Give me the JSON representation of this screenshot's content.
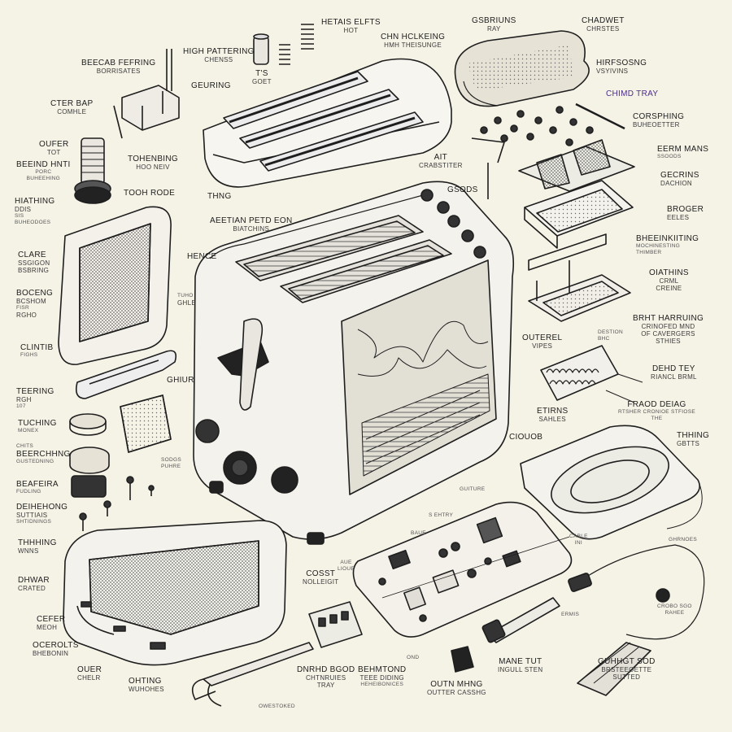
{
  "diagram": {
    "colors": {
      "paper": "#f5f2e6",
      "ink": "#1e1e1e",
      "body_fill": "#f2f0ea",
      "accent_label": "#4b2d8c"
    },
    "parts": [
      {
        "key": "top_heat",
        "line1": "HETAIS ELFTS",
        "line2": "HOT"
      },
      {
        "key": "crumb_lock",
        "line1": "CHN HCLKEING",
        "line2": "HMH THEISUNGE"
      },
      {
        "key": "gsbriuns",
        "line1": "GSBRIUNS",
        "line2": "RAY"
      },
      {
        "key": "chadwet",
        "line1": "CHADWET",
        "line2": "CHRSTES"
      },
      {
        "key": "higs_pattering",
        "line1": "HIGH PATTERING",
        "line2": "CHENSS"
      },
      {
        "key": "beecab",
        "line1": "BEECAB FEFRING",
        "line2": "BORRISATES"
      },
      {
        "key": "ts_go",
        "line1": "T'S",
        "line2": "GOET"
      },
      {
        "key": "geuring",
        "line1": "GEURING",
        "line2": ""
      },
      {
        "key": "hirfsosng",
        "line1": "HIRFSOSNG",
        "line2": "VSYIVINS"
      },
      {
        "key": "chimd_tray",
        "line1": "CHIMD TRAY",
        "line2": ""
      },
      {
        "key": "cter_bap",
        "line1": "CTER BAP",
        "line2": "COMHLE"
      },
      {
        "key": "corsphing",
        "line1": "CORSPHING",
        "line2": "BUHEOETTER"
      },
      {
        "key": "oufer",
        "line1": "OUFER",
        "line2": "TOT"
      },
      {
        "key": "beeind",
        "line1": "BEEIND HNTI",
        "line2": "PORC",
        "line3": "BUHEEHING"
      },
      {
        "key": "tohenbing",
        "line1": "TOHENBING",
        "line2": "HOO NEIV"
      },
      {
        "key": "tooh_rooe",
        "line1": "TOOH RODE",
        "line2": ""
      },
      {
        "key": "ait_crabstiter",
        "line1": "AIT",
        "line2": "CRABSTITER"
      },
      {
        "key": "gsods",
        "line1": "GSODS",
        "line2": ""
      },
      {
        "key": "eerm_mans",
        "line1": "EERM MANS",
        "line2": "SSOODS"
      },
      {
        "key": "gecrins",
        "line1": "GECRINS",
        "line2": "DACHION"
      },
      {
        "key": "hiathing",
        "line1": "HIATHING",
        "line2": "DDIS",
        "line3": "SIS",
        "line4": "BUHEODOES"
      },
      {
        "key": "thng",
        "line1": "THNG",
        "line2": ""
      },
      {
        "key": "aeetian",
        "line1": "AEETIAN PETD EON",
        "line2": "BIATCHINS"
      },
      {
        "key": "broger",
        "line1": "BROGER",
        "line2": "EELES"
      },
      {
        "key": "bheeinkiting",
        "line1": "BHEEINKIITING",
        "line2": "MOCHINESTING",
        "line3": "THIMBER"
      },
      {
        "key": "clare",
        "line1": "CLARE",
        "line2": "SSGIGON",
        "line3": "BSBRING"
      },
      {
        "key": "hence",
        "line1": "HENCE",
        "line2": ""
      },
      {
        "key": "oiathins",
        "line1": "OIATHINS",
        "line2": "CRML",
        "line3": "CREINE"
      },
      {
        "key": "boceng",
        "line1": "BOCENG",
        "line2": "BCSHOM",
        "line3": "FISR",
        "line4": "RGHO"
      },
      {
        "key": "tuho_ghle",
        "line1": "TUHO",
        "line2": "GHLE"
      },
      {
        "key": "brht",
        "line1": "BRHT HARRUING",
        "line2": "CRINOFED MND",
        "line3": "OF CAVERGERS",
        "line4": "STHIES"
      },
      {
        "key": "outerel",
        "line1": "OUTEREL",
        "line2": "VIPES"
      },
      {
        "key": "destion",
        "line1": "DESTION",
        "line2": "BHC"
      },
      {
        "key": "clintib",
        "line1": "CLINTIB",
        "line2": "FIGHS"
      },
      {
        "key": "dehd",
        "line1": "DEHD TEY",
        "line2": "RIANCL BRML"
      },
      {
        "key": "teering",
        "line1": "TEERING",
        "line2": "RGH",
        "line3": "107"
      },
      {
        "key": "ghiur",
        "line1": "GHIUR",
        "line2": ""
      },
      {
        "key": "fraod",
        "line1": "FRAOD DEIAG",
        "line2": "RTSHER CRONIOE STFIOSE",
        "line3": "THE"
      },
      {
        "key": "tuching",
        "line1": "TUCHING",
        "line2": "MONEX"
      },
      {
        "key": "etirns",
        "line1": "ETIRNS",
        "line2": "SAHLES"
      },
      {
        "key": "ciouob",
        "line1": "CIOUOB",
        "line2": ""
      },
      {
        "key": "thhing",
        "line1": "THHING",
        "line2": "GBTTS"
      },
      {
        "key": "chits",
        "line1": "CHITS",
        "line2": "BEERCHHNG",
        "line3": "GUSTEDNING"
      },
      {
        "key": "sodgs",
        "line1": "SODGS",
        "line2": "PUHRE"
      },
      {
        "key": "beafeira",
        "line1": "BEAFEIRA",
        "line2": "FUDLING"
      },
      {
        "key": "guiture",
        "line1": "GUITURE",
        "line2": ""
      },
      {
        "key": "deihehong",
        "line1": "DEIHEHONG",
        "line2": "SUTTIAIS",
        "line3": "SHTIDNINGS"
      },
      {
        "key": "s_ehtry",
        "line1": "S EHTRY",
        "line2": ""
      },
      {
        "key": "baue",
        "line1": "BAUE",
        "line2": ""
      },
      {
        "key": "thhhing",
        "line1": "THHHING",
        "line2": "WNNS"
      },
      {
        "key": "cable",
        "line1": "CABLE",
        "line2": "INI"
      },
      {
        "key": "ghrnoes",
        "line1": "GHRNOES",
        "line2": ""
      },
      {
        "key": "aue_lioue",
        "line1": "AUE",
        "line2": "LIOUE"
      },
      {
        "key": "cosst",
        "line1": "COSST",
        "line2": "NOLLEIGIT"
      },
      {
        "key": "dhwar",
        "line1": "DHWAR",
        "line2": "CRATED"
      },
      {
        "key": "ermis",
        "line1": "ERMIS",
        "line2": ""
      },
      {
        "key": "crobo",
        "line1": "CROBO SGO",
        "line2": "RAHEE"
      },
      {
        "key": "cefer",
        "line1": "CEFER",
        "line2": "MEOH"
      },
      {
        "key": "ocerolts",
        "line1": "OCEROLTS",
        "line2": "BHEBONIN"
      },
      {
        "key": "ond",
        "line1": "OND",
        "line2": ""
      },
      {
        "key": "mane_tut",
        "line1": "MANE TUT",
        "line2": "INGULL STEN"
      },
      {
        "key": "guhhgt",
        "line1": "GUHHGT SOD",
        "line2": "BRSTEEOETTE",
        "line3": "SUTTED"
      },
      {
        "key": "ouer",
        "line1": "OUER",
        "line2": "CHELR"
      },
      {
        "key": "ohting",
        "line1": "OHTING",
        "line2": "WUHOHES"
      },
      {
        "key": "dnrhd",
        "line1": "DNRHD BGOD",
        "line2": "CHTNRUIES",
        "line3": "TRAY"
      },
      {
        "key": "behmtond",
        "line1": "BEHMTOND",
        "line2": "TEEE DIDING",
        "line3": "HEHEIBONICES"
      },
      {
        "key": "outn",
        "line1": "OUTN MHNG",
        "line2": "OUTTER CASSHG"
      },
      {
        "key": "owestoked",
        "line1": "OWESTOKED",
        "line2": ""
      }
    ]
  }
}
